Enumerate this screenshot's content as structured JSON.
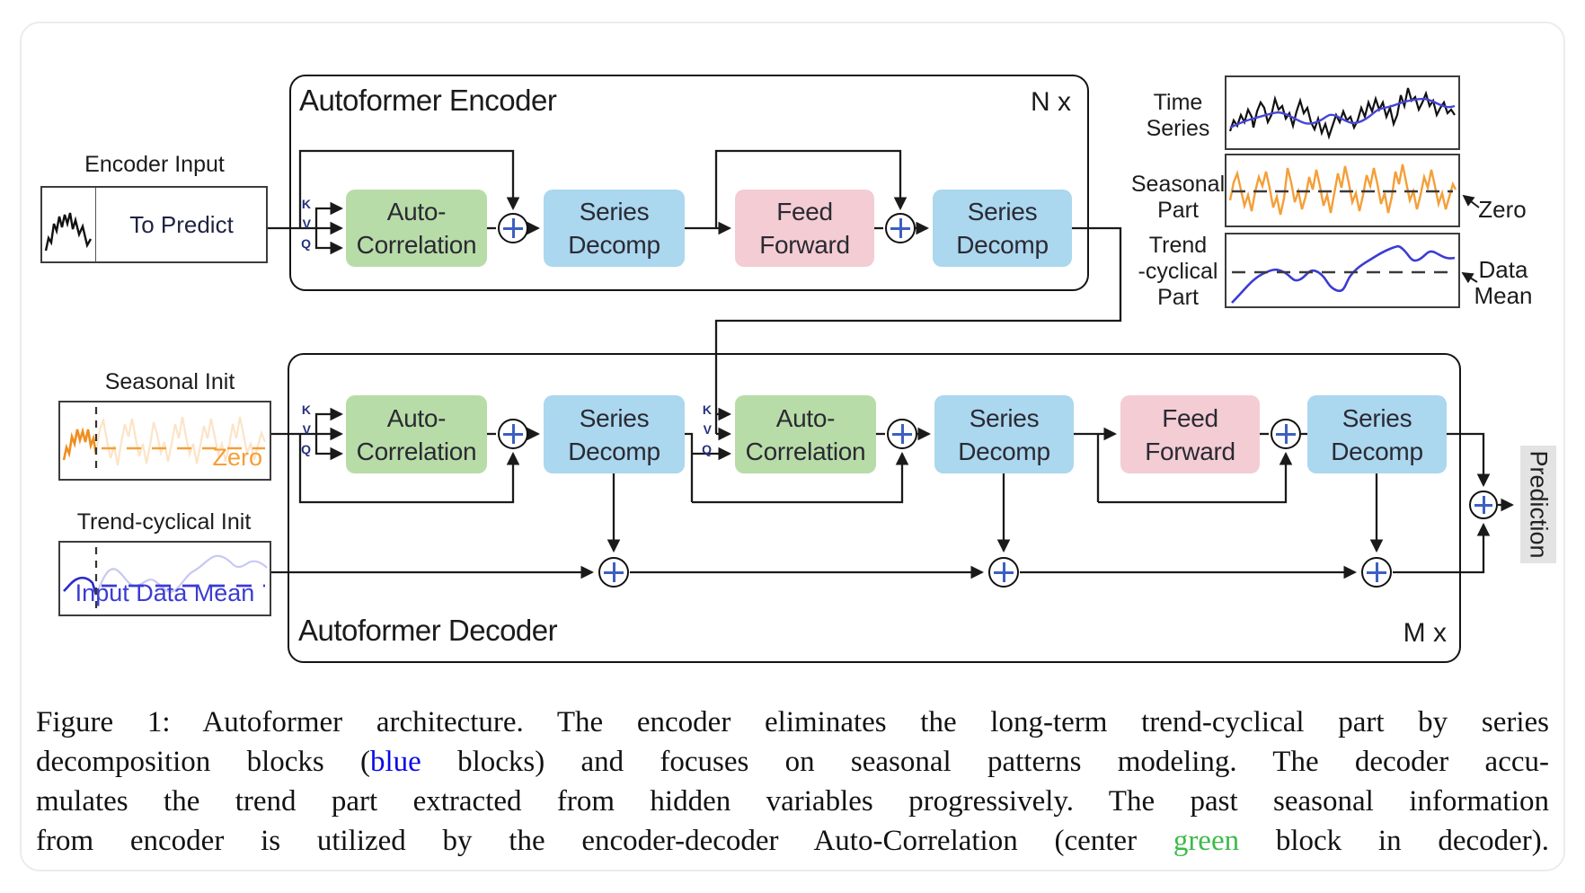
{
  "colors": {
    "green_block": "#b8dca7",
    "blue_block": "#abd7ef",
    "pink_block": "#f4ccd4",
    "orange_line": "#f49f38",
    "blue_line": "#3b3bd4",
    "plus_sign": "#3d5fc0",
    "kvq_text": "#26307e",
    "blue_word": "#0a0ae6",
    "green_word": "#3dbb4a",
    "prediction_bg": "#e3e3e3",
    "wire": "#1a1a1a"
  },
  "encoder": {
    "title": "Autoformer Encoder",
    "repeat_label": "N x",
    "input_label": "Encoder Input",
    "input_text": "To Predict"
  },
  "decoder": {
    "title": "Autoformer Decoder",
    "repeat_label": "M x",
    "seasonal_init_label": "Seasonal Init",
    "seasonal_zero_text": "Zero",
    "trend_init_label": "Trend-cyclical Init",
    "trend_mean_text": "Input Data Mean",
    "prediction_label": "Prediction"
  },
  "kvq": [
    "K",
    "V",
    "Q"
  ],
  "block_labels": {
    "auto_correlation": {
      "l1": "Auto-",
      "l2": "Correlation"
    },
    "series_decomp": {
      "l1": "Series",
      "l2": "Decomp"
    },
    "feed_forward": {
      "l1": "Feed",
      "l2": "Forward"
    }
  },
  "side_plots": {
    "time_series": {
      "label_l1": "Time",
      "label_l2": "Series"
    },
    "seasonal": {
      "label_l1": "Seasonal",
      "label_l2": "Part",
      "annotation": "Zero"
    },
    "trend": {
      "label_l1": "Trend",
      "label_l2": "-cyclical",
      "label_l3": "Part",
      "annotation_l1": "Data",
      "annotation_l2": "Mean"
    }
  },
  "caption": {
    "line1": "Figure 1: Autoformer architecture. The encoder eliminates the long-term trend-cyclical part by series",
    "line2_pre": "decomposition blocks (",
    "line2_colored": "blue",
    "line2_post": " blocks) and focuses on seasonal patterns modeling. The decoder accu-",
    "line3": "mulates the trend part extracted from hidden variables progressively. The past seasonal information",
    "line4_pre": "from encoder is utilized by the encoder-decoder Auto-Correlation (center ",
    "line4_colored": "green",
    "line4_post": " block in decoder)."
  }
}
